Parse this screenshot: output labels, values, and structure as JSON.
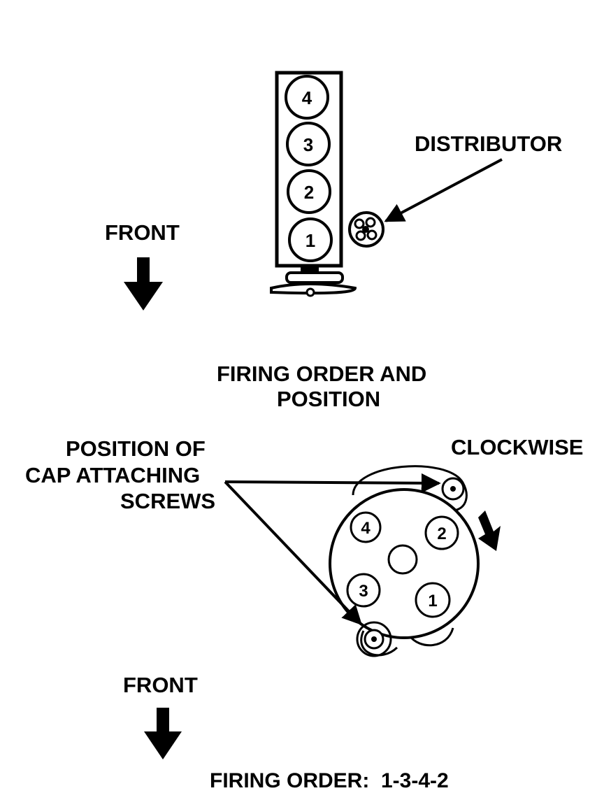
{
  "labels": {
    "distributor": "DISTRIBUTOR",
    "front_top": "FRONT",
    "section_title_line1": "FIRING ORDER AND",
    "section_title_line2": "POSITION",
    "screws_line1": "POSITION OF",
    "screws_line2": "CAP ATTACHING",
    "screws_line3": "SCREWS",
    "clockwise": "CLOCKWISE",
    "front_bottom": "FRONT",
    "firing_order": "FIRING ORDER:  1-3-4-2"
  },
  "engine_block": {
    "cylinders": [
      "4",
      "3",
      "2",
      "1"
    ]
  },
  "distributor_cap": {
    "terminals": [
      "4",
      "2",
      "3",
      "1"
    ],
    "rotation": "clockwise"
  },
  "colors": {
    "ink": "#000000",
    "paper": "#ffffff"
  }
}
